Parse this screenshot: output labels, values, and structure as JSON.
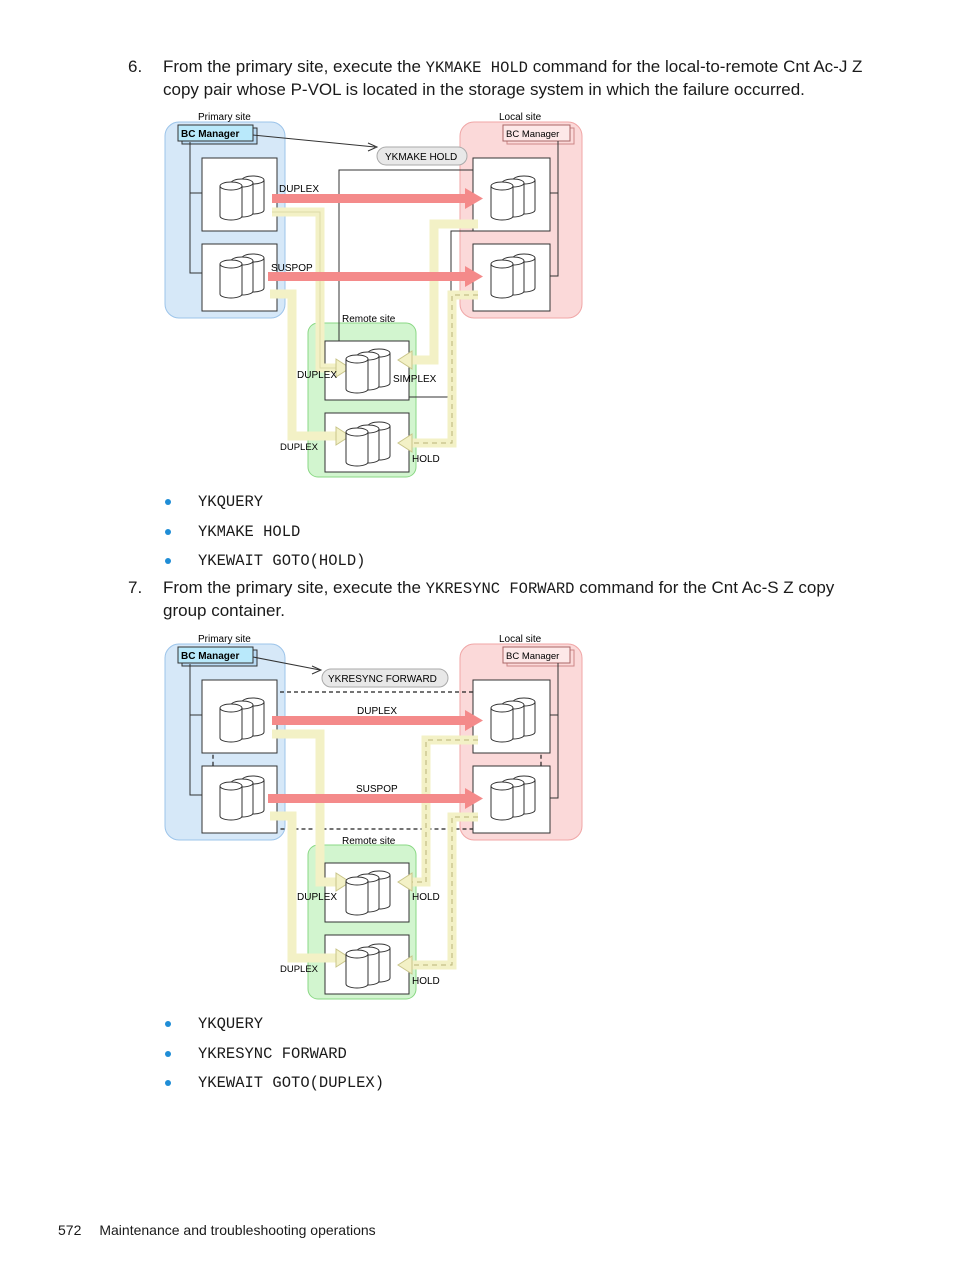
{
  "step6": {
    "number": "6.",
    "text_before": "From the primary site, execute the ",
    "command": "YKMAKE HOLD",
    "text_after": " command for the local-to-remote Cnt Ac-J Z copy pair whose P-VOL is located in the storage system in which the failure occurred."
  },
  "figure1": {
    "primary_site": "Primary site",
    "local_site": "Local site",
    "remote_site": "Remote site",
    "bc_manager_primary": "BC Manager",
    "bc_manager_local": "BC Manager",
    "command_callout": "YKMAKE HOLD",
    "label_duplex_top": "DUPLEX",
    "label_suspop": "SUSPOP",
    "label_duplex_remote1": "DUPLEX",
    "label_simplex": "SIMPLEX",
    "label_duplex_remote2": "DUPLEX",
    "label_hold": "HOLD"
  },
  "bullets1": [
    "YKQUERY",
    "YKMAKE HOLD",
    "YKEWAIT GOTO(HOLD)"
  ],
  "step7": {
    "number": "7.",
    "text_before": "From the primary site, execute the ",
    "command": "YKRESYNC FORWARD",
    "text_after": " command for the Cnt Ac-S Z copy group container."
  },
  "figure2": {
    "primary_site": "Primary site",
    "local_site": "Local site",
    "remote_site": "Remote site",
    "bc_manager_primary": "BC Manager",
    "bc_manager_local": "BC Manager",
    "command_callout": "YKRESYNC FORWARD",
    "label_duplex_top": "DUPLEX",
    "label_suspop": "SUSPOP",
    "label_duplex_remote1": "DUPLEX",
    "label_hold_remote1": "HOLD",
    "label_duplex_remote2": "DUPLEX",
    "label_hold_remote2": "HOLD"
  },
  "bullets2": [
    "YKQUERY",
    "YKRESYNC FORWARD",
    "YKEWAIT GOTO(DUPLEX)"
  ],
  "footer": {
    "page_number": "572",
    "section": "Maintenance and troubleshooting operations"
  },
  "colors": {
    "primary_bg": "#d6e8f8",
    "local_bg": "#fbd9d9",
    "remote_bg": "#d2f5cf",
    "sync_arrow": "#f48a8a",
    "async_arrow": "#f3f1c6",
    "bullet": "#1f8dd6"
  }
}
